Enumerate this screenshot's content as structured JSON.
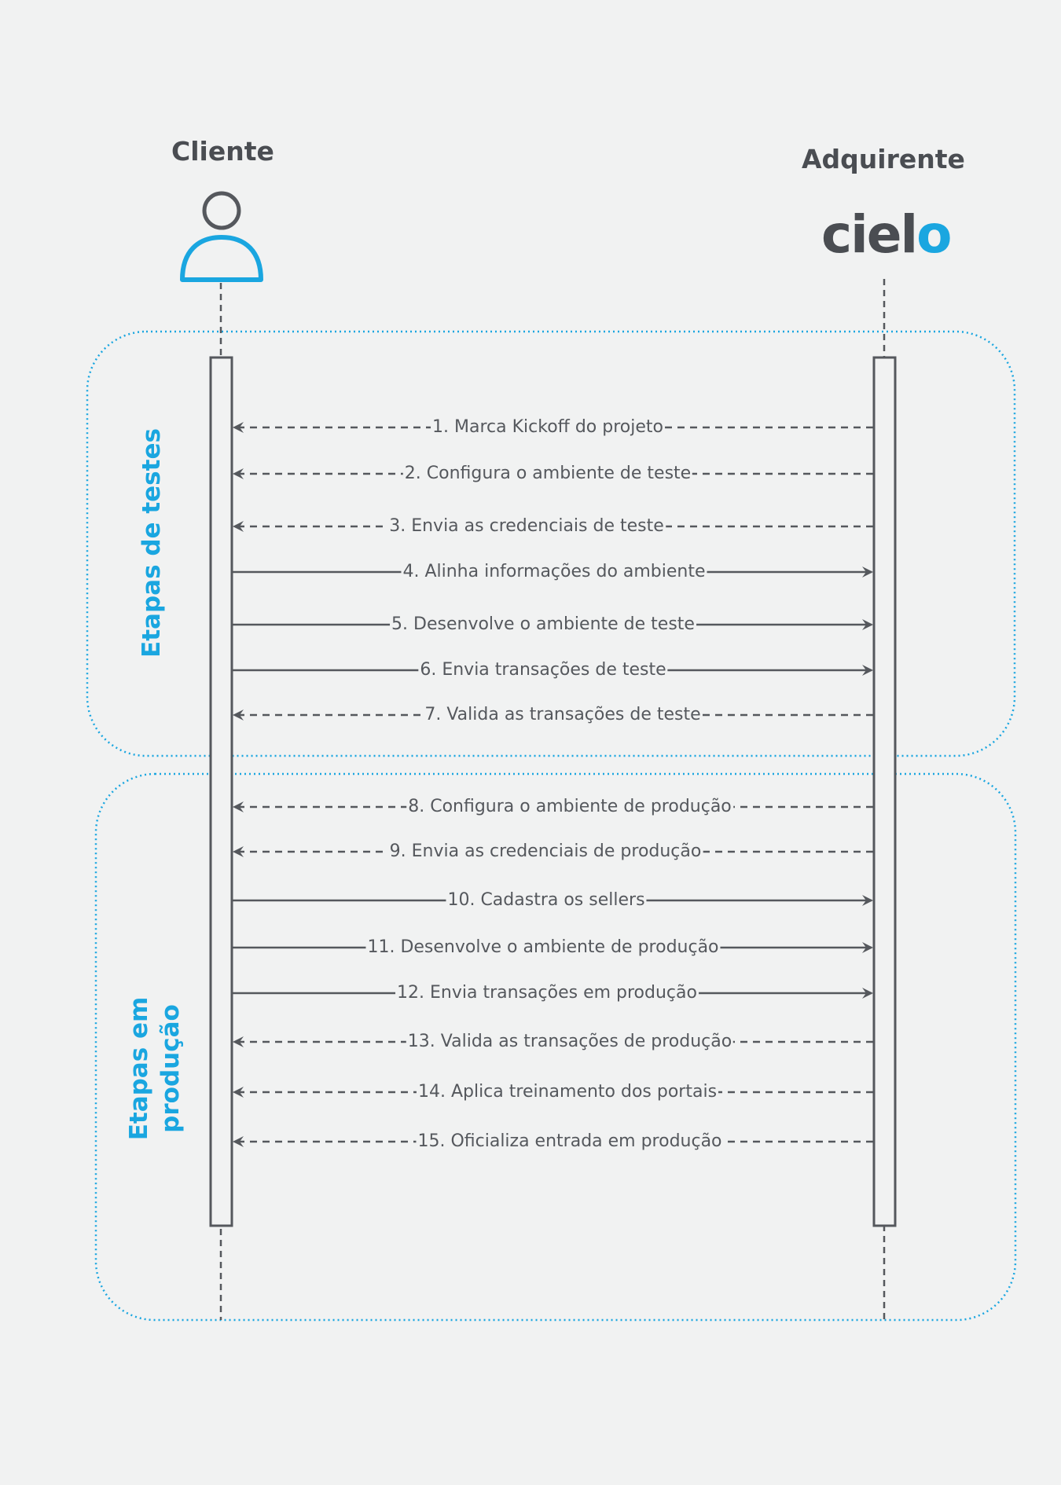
{
  "actors": {
    "client": {
      "title": "Cliente",
      "icon": "person-icon"
    },
    "acquirer": {
      "title": "Adquirente",
      "logo": {
        "text_main": "ciel",
        "text_accent": "o"
      }
    }
  },
  "phases": [
    {
      "line1": "Etapas de testes",
      "line2": ""
    },
    {
      "line1": "Etapas em",
      "line2": "produção"
    }
  ],
  "messages": [
    {
      "label": "1. Marca Kickoff do projeto",
      "direction": "to-client",
      "style": "dashed"
    },
    {
      "label": "2. Configura o ambiente de teste",
      "direction": "to-client",
      "style": "dashed"
    },
    {
      "label": "3. Envia as credenciais de teste",
      "direction": "to-client",
      "style": "dashed"
    },
    {
      "label": "4. Alinha informações do ambiente",
      "direction": "to-acquirer",
      "style": "solid"
    },
    {
      "label": "5. Desenvolve o ambiente de teste",
      "direction": "to-acquirer",
      "style": "solid"
    },
    {
      "label": "6. Envia transações de teste",
      "direction": "to-acquirer",
      "style": "solid"
    },
    {
      "label": "7. Valida as transações de teste",
      "direction": "to-client",
      "style": "dashed"
    },
    {
      "label": "8. Configura o ambiente de produção",
      "direction": "to-client",
      "style": "dashed"
    },
    {
      "label": "9. Envia as credenciais de produção",
      "direction": "to-client",
      "style": "dashed"
    },
    {
      "label": "10. Cadastra os sellers",
      "direction": "to-acquirer",
      "style": "solid"
    },
    {
      "label": "11. Desenvolve o ambiente de produção",
      "direction": "to-acquirer",
      "style": "solid"
    },
    {
      "label": "12. Envia transações em produção",
      "direction": "to-acquirer",
      "style": "solid"
    },
    {
      "label": "13. Valida as transações de produção",
      "direction": "to-client",
      "style": "dashed"
    },
    {
      "label": "14. Aplica treinamento dos portais",
      "direction": "to-client",
      "style": "dashed"
    },
    {
      "label": "15. Oficializa entrada em produção",
      "direction": "to-client",
      "style": "dashed"
    }
  ],
  "colors": {
    "line": "#55585d",
    "accent": "#1aa6e0",
    "text": "#4a4d52",
    "background": "#f1f2f2"
  }
}
